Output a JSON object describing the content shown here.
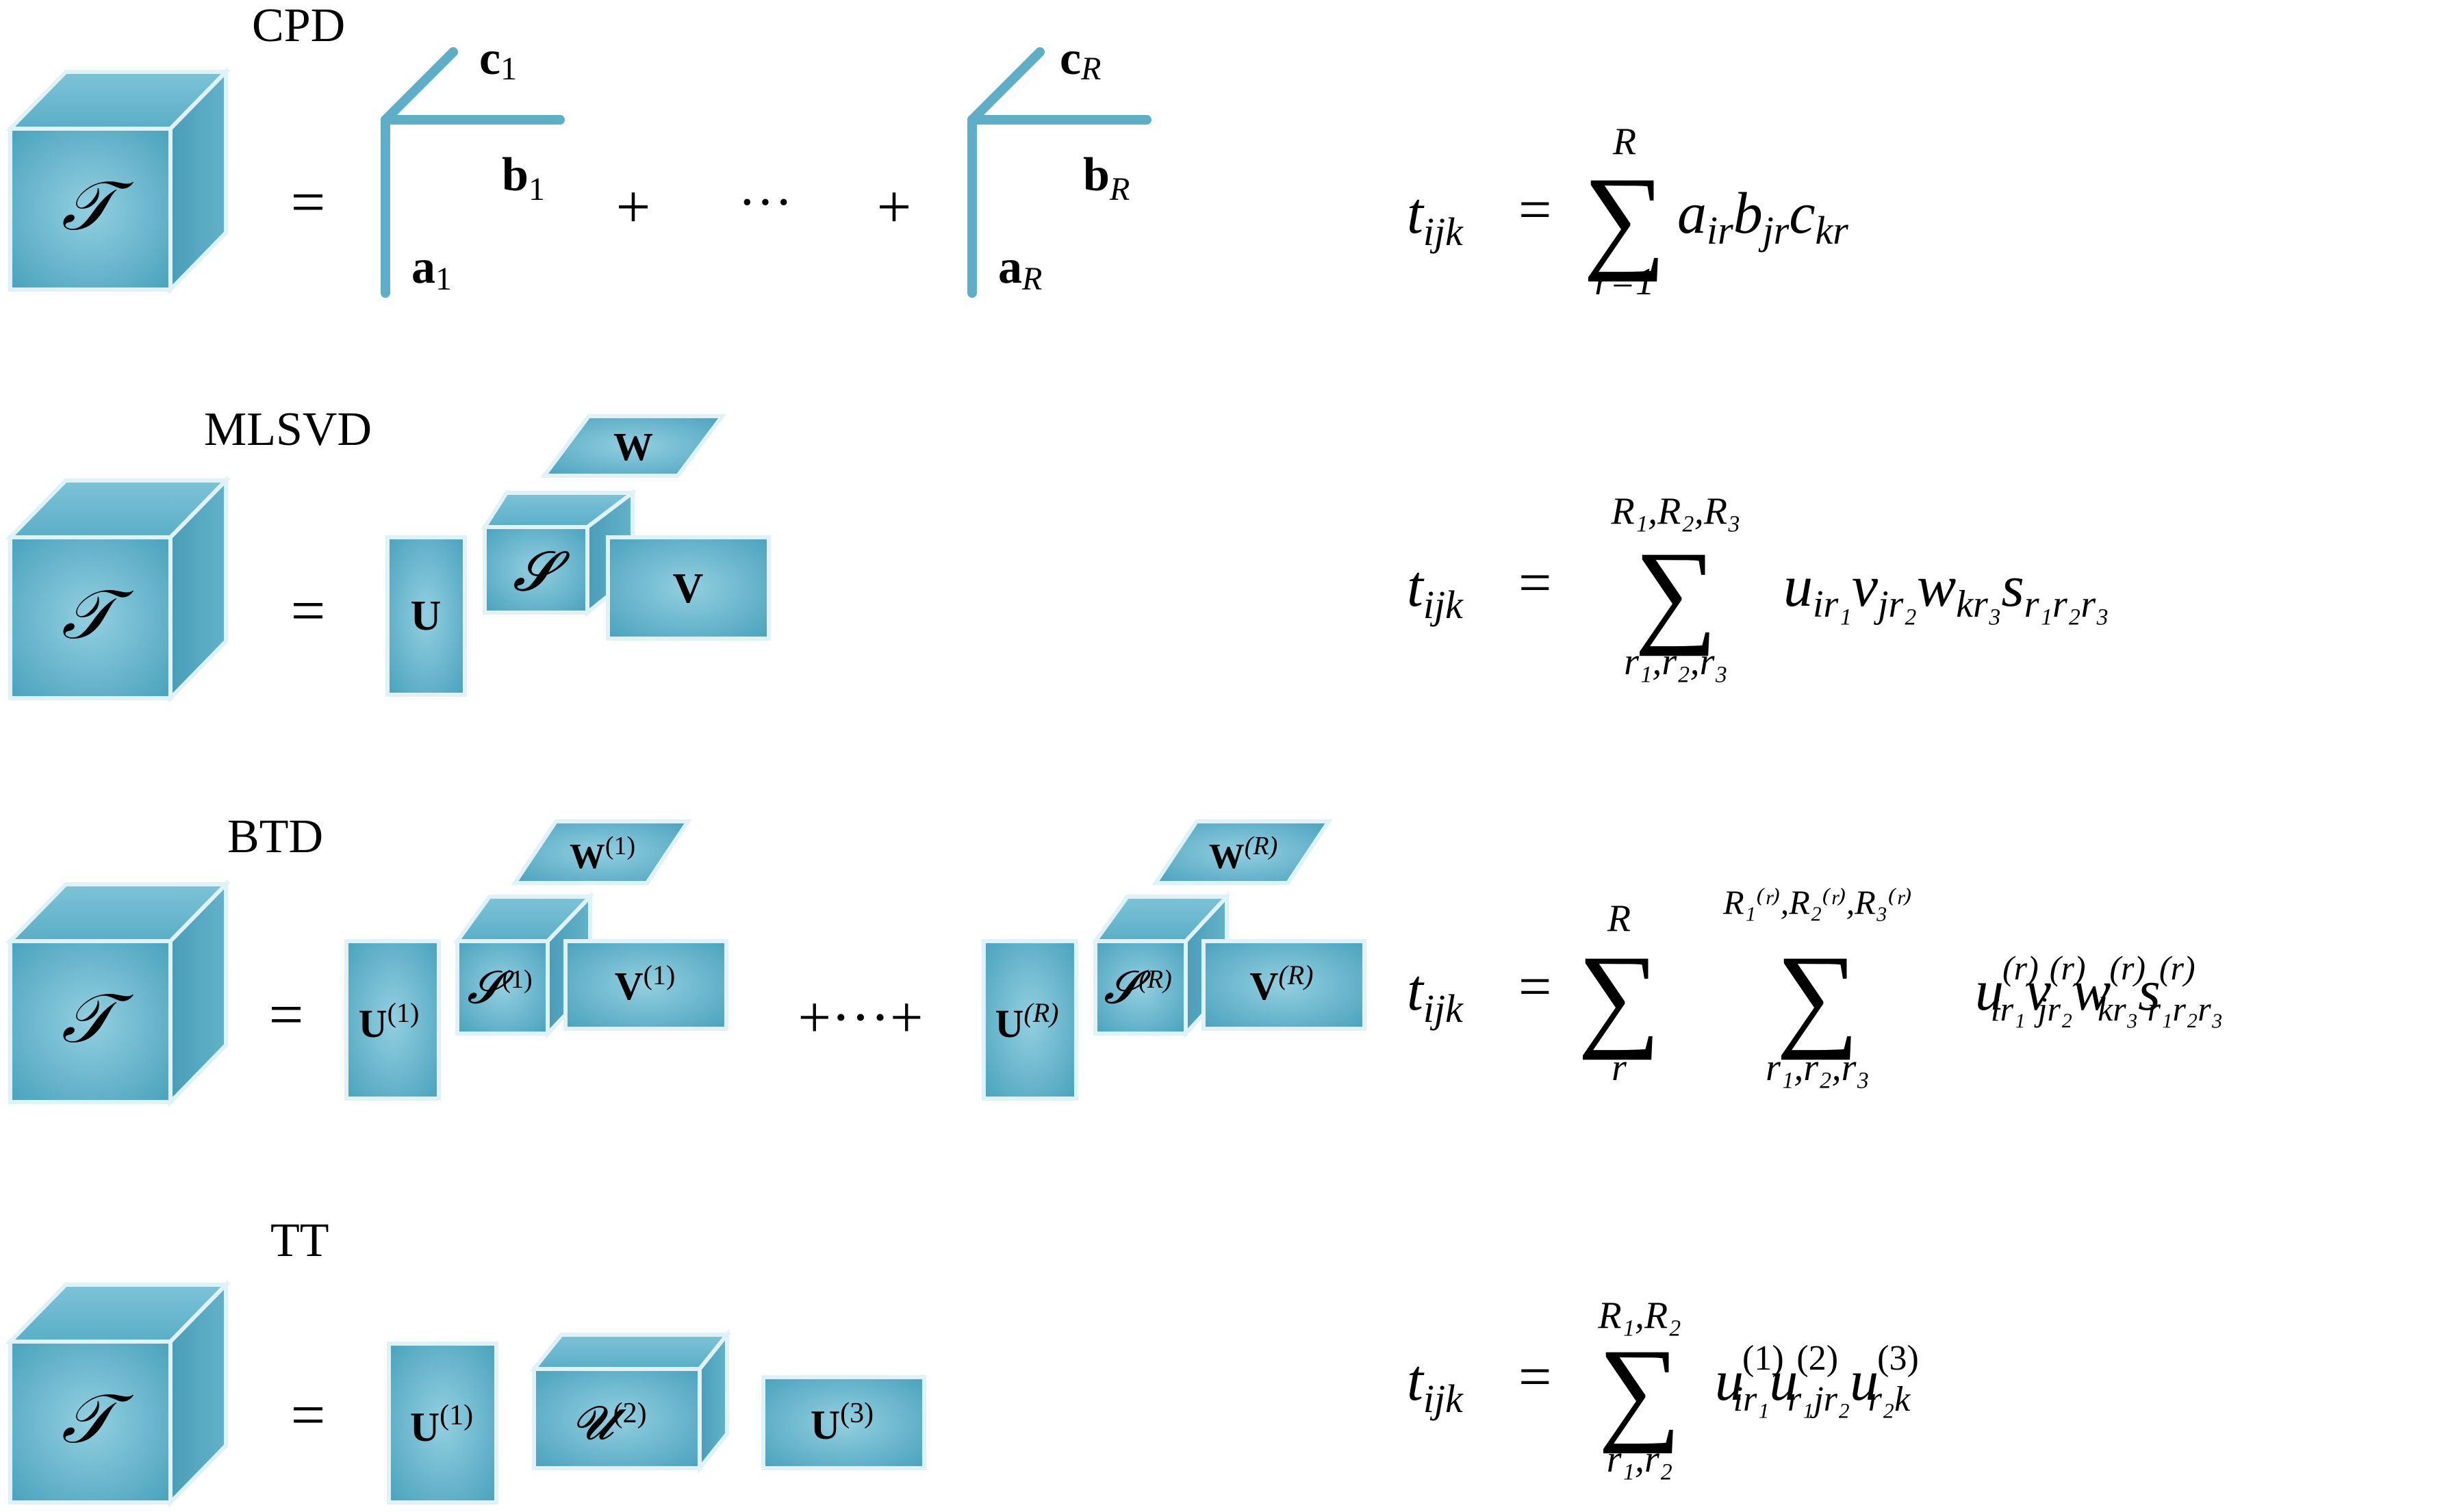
{
  "colors": {
    "face_front": "#5fb0c9",
    "face_front_center": "#8fcbdc",
    "face_top": "#6cb8cf",
    "face_side": "#4a9cb6",
    "edge": "#dff2f8",
    "axis": "#5faec8"
  },
  "rows": {
    "cpd": {
      "title": "CPD",
      "tensor": "𝒯",
      "equals": "=",
      "plus": "+",
      "dots": "···",
      "a1": "a",
      "a1_sub": "1",
      "b1": "b",
      "b1_sub": "1",
      "c1": "c",
      "c1_sub": "1",
      "aR": "a",
      "aR_sub": "R",
      "bR": "b",
      "bR_sub": "R",
      "cR": "c",
      "cR_sub": "R",
      "formula": {
        "lhs": "t",
        "lhs_sub": "ijk",
        "eq": "=",
        "upper": "R",
        "lower": "r=1",
        "t1": "a",
        "t1_sub": "ir",
        "t2": "b",
        "t2_sub": "jr",
        "t3": "c",
        "t3_sub": "kr"
      }
    },
    "mlsvd": {
      "title": "MLSVD",
      "tensor": "𝒯",
      "equals": "=",
      "U": "U",
      "S": "𝓢",
      "V": "V",
      "W": "W",
      "formula": {
        "lhs": "t",
        "lhs_sub": "ijk",
        "eq": "=",
        "upper": "R₁,R₂,R₃",
        "lower": "r₁,r₂,r₃",
        "t1": "u",
        "t1_sub": "ir₁",
        "t2": "v",
        "t2_sub": "jr₂",
        "t3": "w",
        "t3_sub": "kr₃",
        "t4": "s",
        "t4_sub": "r₁r₂r₃"
      }
    },
    "btd": {
      "title": "BTD",
      "tensor": "𝒯",
      "equals": "=",
      "plus_dots_plus": "+···+",
      "U1": "U",
      "U1_sup": "(1)",
      "S1": "𝓢",
      "S1_sup": "(1)",
      "V1": "V",
      "V1_sup": "(1)",
      "W1": "W",
      "W1_sup": "(1)",
      "UR": "U",
      "UR_sup": "(R)",
      "SR": "𝓢",
      "SR_sup": "(R)",
      "VR": "V",
      "VR_sup": "(R)",
      "WR": "W",
      "WR_sup": "(R)",
      "formula": {
        "lhs": "t",
        "lhs_sub": "ijk",
        "eq": "=",
        "upper1": "R",
        "lower1": "r",
        "upper2": "R₁⁽ʳ⁾,R₂⁽ʳ⁾,R₃⁽ʳ⁾",
        "lower2": "r₁,r₂,r₃",
        "sup": "(r)",
        "t1": "u",
        "t1_sub": "ir₁",
        "t2": "v",
        "t2_sub": "jr₂",
        "t3": "w",
        "t3_sub": "kr₃",
        "t4": "s",
        "t4_sub": "r₁r₂r₃"
      }
    },
    "tt": {
      "title": "TT",
      "tensor": "𝒯",
      "equals": "=",
      "U1": "U",
      "U1_sup": "(1)",
      "U2": "𝓤",
      "U2_sup": "(2)",
      "U3": "U",
      "U3_sup": "(3)",
      "formula": {
        "lhs": "t",
        "lhs_sub": "ijk",
        "eq": "=",
        "upper": "R₁,R₂",
        "lower": "r₁,r₂",
        "t1": "u",
        "t1_sup": "(1)",
        "t1_sub": "ir₁",
        "t2": "u",
        "t2_sup": "(2)",
        "t2_sub": "r₁jr₂",
        "t3": "u",
        "t3_sup": "(3)",
        "t3_sub": "r₂k"
      }
    }
  }
}
